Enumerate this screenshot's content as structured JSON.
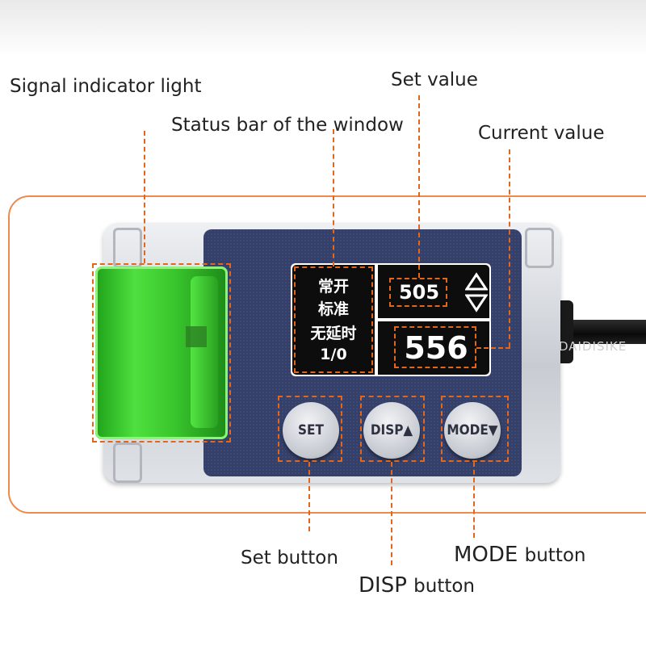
{
  "callouts": {
    "signal_indicator": "Signal indicator light",
    "set_value": "Set value",
    "status_bar": "Status bar of the window",
    "current_value": "Current value",
    "set_button": "Set button",
    "mode_button_word": "MODE",
    "mode_button_suffix": "button",
    "disp_button_word": "DISP",
    "disp_button_suffix": "button"
  },
  "display": {
    "status_lines": [
      "常开",
      "标准",
      "无延时",
      "1/0"
    ],
    "set_value": "505",
    "current_value": "556",
    "arrow_icons": [
      "triangle-up-icon",
      "triangle-down-icon"
    ]
  },
  "buttons": {
    "set": "SET",
    "disp": "DISP▲",
    "mode": "MODE▼"
  },
  "watermark": "DAIDISIKE",
  "colors": {
    "annotation_orange": "#e0671c",
    "frame_orange": "#ee8a4a",
    "panel_navy": "#35406a",
    "indicator_green": "#3ccb2e",
    "display_black": "#0d0d0d"
  }
}
